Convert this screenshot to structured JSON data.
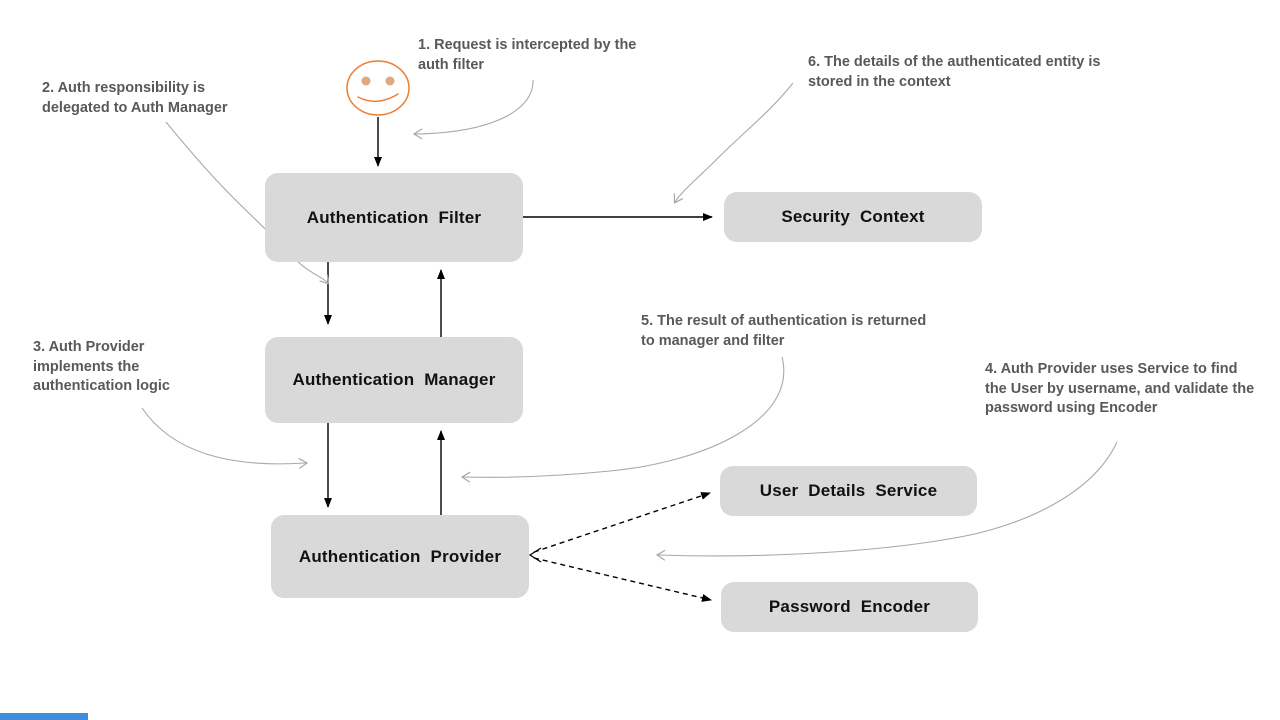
{
  "boxes": [
    {
      "label": "Authentication Filter"
    },
    {
      "label": "Security Context"
    },
    {
      "label": "Authentication Manager"
    },
    {
      "label": "Authentication Provider"
    },
    {
      "label": "User Details Service"
    },
    {
      "label": "Password Encoder"
    }
  ],
  "annotations": [
    {
      "text": "1. Request is intercepted by the auth filter"
    },
    {
      "text": "2. Auth responsibility is delegated to Auth Manager"
    },
    {
      "text": "3. Auth Provider implements the authentication logic"
    },
    {
      "text": "4. Auth Provider uses Service to find the User by username, and validate the password using Encoder"
    },
    {
      "text": "5. The result of authentication is returned to manager and filter"
    },
    {
      "text": "6. The details of the authenticated entity is stored in the context"
    }
  ],
  "connections": [
    {
      "from": "User",
      "to": "Authentication Filter",
      "style": "solid"
    },
    {
      "from": "Authentication Filter",
      "to": "Security Context",
      "style": "solid"
    },
    {
      "from": "Authentication Filter",
      "to": "Authentication Manager",
      "style": "solid"
    },
    {
      "from": "Authentication Manager",
      "to": "Authentication Filter",
      "style": "solid"
    },
    {
      "from": "Authentication Manager",
      "to": "Authentication Provider",
      "style": "solid"
    },
    {
      "from": "Authentication Provider",
      "to": "Authentication Manager",
      "style": "solid"
    },
    {
      "from": "Authentication Provider",
      "to": "User Details Service",
      "style": "dashed"
    },
    {
      "from": "Authentication Provider",
      "to": "Password Encoder",
      "style": "dashed"
    }
  ],
  "icons": [
    {
      "name": "smiley-user-icon"
    }
  ],
  "colors": {
    "background": "#ffffff",
    "box_fill": "#d9d9d9",
    "box_text": "#111111",
    "annotation_text": "#595959",
    "solid_arrow": "#000000",
    "callout_arrow": "#a8a8a8",
    "smiley_stroke": "#ED7D31",
    "progress_bar": "#3e8ede"
  }
}
